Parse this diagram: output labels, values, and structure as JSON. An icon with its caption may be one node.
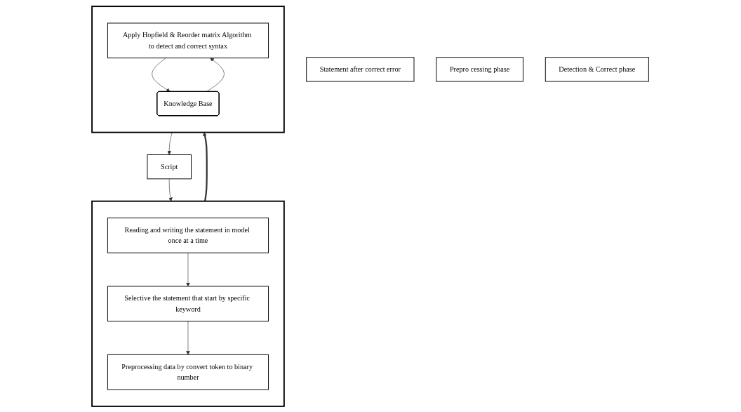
{
  "diagram": {
    "nodes": [
      {
        "text": [
          "Script"
        ]
      },
      {
        "text": [
          "Statement after correct error"
        ]
      },
      {
        "text": [],
        "shape": "box"
      },
      {
        "text": [
          "Reading and writing the statement in model once at a time"
        ],
        "in": 2
      },
      {
        "text": [
          "Selective the statement that start by specific keyword"
        ],
        "in": 2
      },
      {
        "text": [
          "Preprocessing data by convert token to binary number"
        ],
        "in": 2
      },
      {
        "text": [
          "Prepro cessing phase"
        ]
      },
      {
        "text": [],
        "shape": "box"
      },
      {
        "text": [
          "Apply Hopfield & Reorder matrix Algorithm to detect and correct syntax"
        ],
        "in": 7
      },
      {
        "text": [
          "Knowledge Base"
        ],
        "in": 7
      },
      {
        "text": [
          "Detection & Correct phase"
        ]
      }
    ],
    "edges": [
      {
        "from": 0,
        "to": 2,
        "arrow": "to"
      },
      {
        "from": 3,
        "to": 4,
        "arrow": "to"
      },
      {
        "from": 4,
        "to": 5,
        "arrow": "to"
      },
      {
        "from": 2,
        "to": 7,
        "arrow": "to",
        "style": "thick"
      },
      {
        "from": 9,
        "to": 8,
        "arrow": "to"
      },
      {
        "from": 8,
        "to": 9,
        "arrow": "to"
      },
      {
        "from": 7,
        "to": 0,
        "arrow": "to"
      }
    ]
  }
}
